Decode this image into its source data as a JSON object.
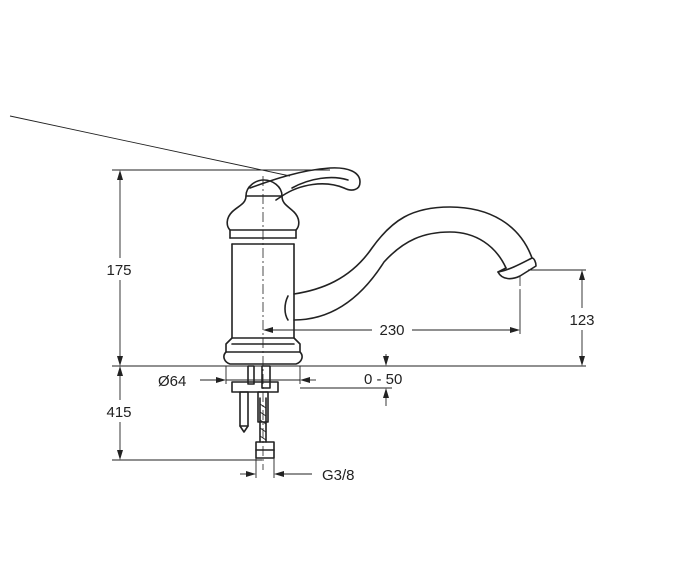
{
  "dimensions": {
    "height_overall": "175",
    "spout_height": "123",
    "spout_reach": "230",
    "base_diameter": "Ø64",
    "deck_thickness": "0 - 50",
    "supply_length": "415",
    "connection": "G3/8"
  }
}
